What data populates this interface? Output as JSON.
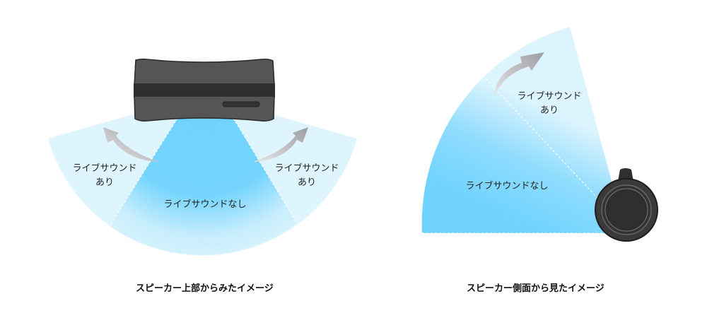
{
  "colors": {
    "inner_blue": "#6fd3fe",
    "outer_blue": "#def5fd",
    "speaker_body": "#555555",
    "speaker_band": "#2f2f2f",
    "arrow": "#a9a9ad"
  },
  "top_view": {
    "label_left_line1": "ライブサウンド",
    "label_left_line2": "あり",
    "label_center": "ライブサウンドなし",
    "label_right_line1": "ライブサウンド",
    "label_right_line2": "あり",
    "caption": "スピーカー上部からみたイメージ"
  },
  "side_view": {
    "label_upper_line1": "ライブサウンド",
    "label_upper_line2": "あり",
    "label_lower": "ライブサウンドなし",
    "caption": "スピーカー側面から見たイメージ"
  }
}
